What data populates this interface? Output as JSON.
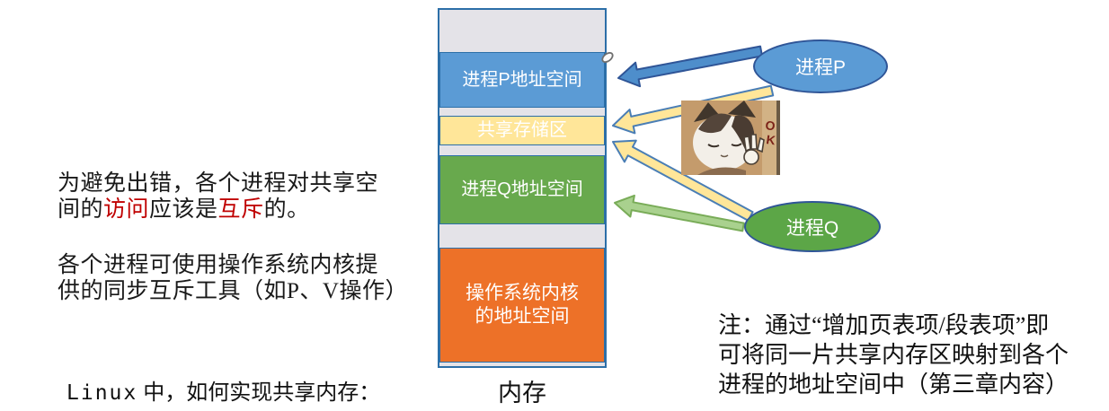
{
  "colors": {
    "column_border": "#2C6FA8",
    "gray_fill": "#E4E3E8",
    "blue_fill": "#5B9BD5",
    "yellow_fill": "#FFE699",
    "green_fill": "#68A94D",
    "orange_fill": "#ED7128",
    "ellipse_border": "#2F5597",
    "ellipse_p_fill": "#5B9BD5",
    "ellipse_q_fill": "#5CA647",
    "arrow_blue_fill": "#4E8ECB",
    "arrow_blue_stroke": "#2F5597",
    "arrow_yellow_fill": "#FFE699",
    "arrow_yellow_stroke": "#4A7EB5",
    "arrow_green_fill": "#A9D18E",
    "arrow_green_stroke": "#79AC58",
    "red_text": "#C00000"
  },
  "left_panel": {
    "para1": {
      "line1": "为避免出错，各个进程对共享空",
      "line2_pre": "间的",
      "line2_red1": "访问",
      "line2_mid": "应该是",
      "line2_red2": "互斥",
      "line2_post": "的。"
    },
    "para2": {
      "line1": "各个进程可使用操作系统内核提",
      "line2": "供的同步互斥工具（如P、V操作）"
    },
    "linux_question": {
      "keyword": "Linux",
      "rest": " 中，如何实现共享内存："
    }
  },
  "memory": {
    "label": "内存",
    "segments": [
      {
        "name": "free-block-top",
        "label": "",
        "color": "#E4E3E8",
        "h": 47
      },
      {
        "name": "process-p-space",
        "label": "进程P地址空间",
        "color": "#5B9BD5",
        "h": 62
      },
      {
        "name": "gap-1",
        "label": "",
        "color": "#E4E3E8",
        "h": 9
      },
      {
        "name": "shared-memory",
        "label": "共享存储区",
        "color": "#FFE699",
        "h": 33
      },
      {
        "name": "gap-2",
        "label": "",
        "color": "#E4E3E8",
        "h": 11
      },
      {
        "name": "process-q-space",
        "label": "进程Q地址空间",
        "color": "#68A94D",
        "h": 77
      },
      {
        "name": "free-block-mid",
        "label": "",
        "color": "#E4E3E8",
        "h": 26
      },
      {
        "name": "kernel-space",
        "label": "操作系统内核\n的地址空间",
        "color": "#ED7128",
        "h": 128
      }
    ]
  },
  "processes": {
    "p": {
      "label": "进程P"
    },
    "q": {
      "label": "进程Q"
    }
  },
  "note": {
    "line1": "注：通过“增加页表项/段表项”即",
    "line2": "可将同一片共享内存区映射到各个",
    "line3": "进程的地址空间中（第三章内容）"
  },
  "cat_meme": {
    "ok_letter_1": "O",
    "ok_letter_2": "K"
  }
}
